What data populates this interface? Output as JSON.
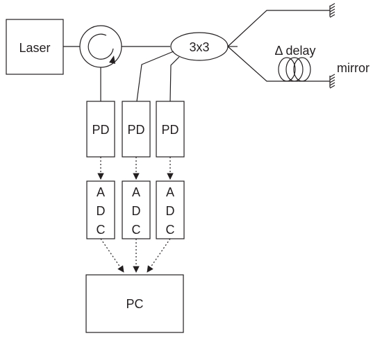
{
  "laser": {
    "label": "Laser"
  },
  "coupler": {
    "label": "3x3"
  },
  "delay": {
    "label": "Δ delay"
  },
  "mirror": {
    "label": "mirror"
  },
  "pd": {
    "labels": [
      "PD",
      "PD",
      "PD"
    ]
  },
  "adc": {
    "letters": [
      "A",
      "D",
      "C"
    ]
  },
  "pc": {
    "label": "PC"
  },
  "colors": {
    "ink": "#231f20",
    "background": "#ffffff"
  }
}
